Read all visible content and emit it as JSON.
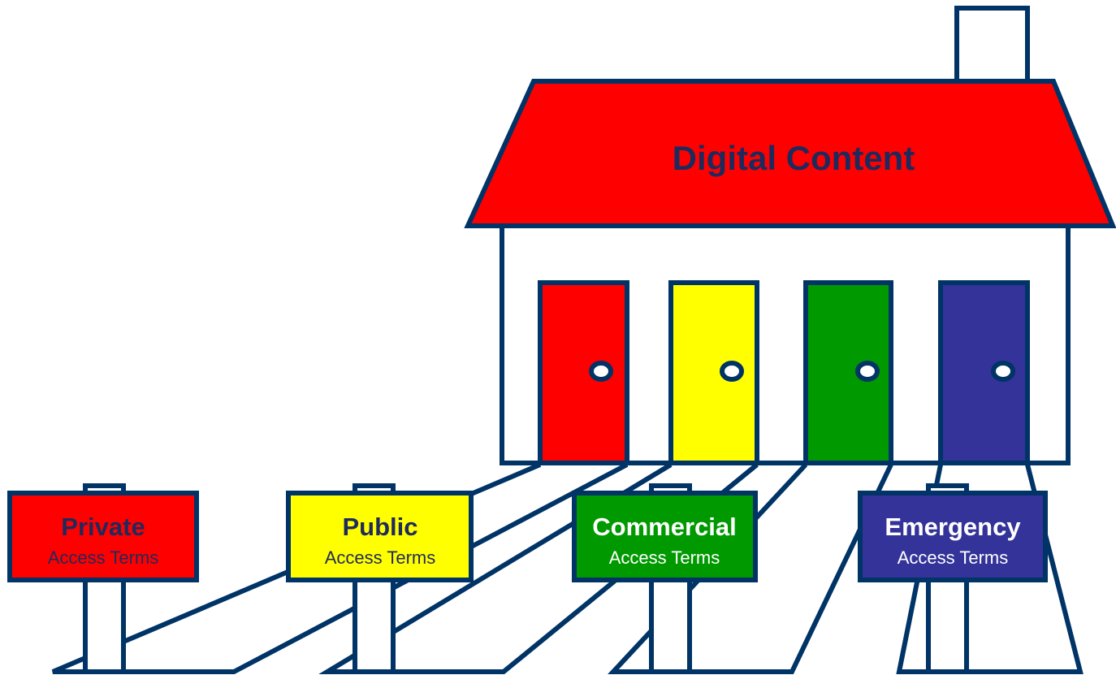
{
  "house": {
    "title": "Digital Content",
    "roof_color": "#ff0000",
    "wall_color": "#ffffff",
    "outline_color": "#003366",
    "title_color": "#1f2a5c"
  },
  "doors": [
    {
      "name": "private",
      "color": "#ff0000"
    },
    {
      "name": "public",
      "color": "#ffff00"
    },
    {
      "name": "commercial",
      "color": "#009900"
    },
    {
      "name": "emergency",
      "color": "#333399"
    }
  ],
  "signs": [
    {
      "name": "private",
      "title": "Private",
      "subtitle": "Access Terms",
      "bg": "#ff0000",
      "text_color": "#1f2a5c"
    },
    {
      "name": "public",
      "title": "Public",
      "subtitle": "Access Terms",
      "bg": "#ffff00",
      "text_color": "#1f2a5c"
    },
    {
      "name": "commercial",
      "title": "Commercial",
      "subtitle": "Access Terms",
      "bg": "#009900",
      "text_color": "#ffffff"
    },
    {
      "name": "emergency",
      "title": "Emergency",
      "subtitle": "Access Terms",
      "bg": "#333399",
      "text_color": "#ffffff"
    }
  ]
}
